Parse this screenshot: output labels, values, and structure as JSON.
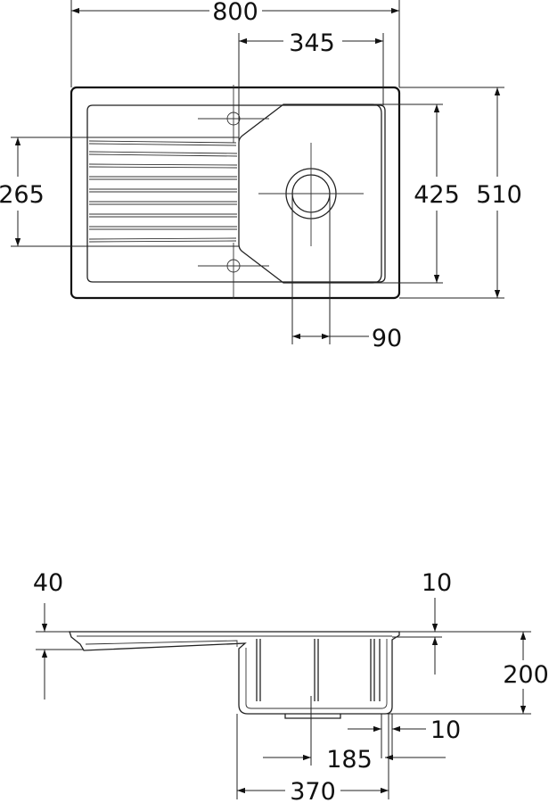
{
  "plan_view": {
    "dimensions": {
      "overall_width": "800",
      "bowl_width": "345",
      "drainer_height": "265",
      "bowl_height": "425",
      "overall_depth": "510",
      "waste_diameter": "90"
    }
  },
  "section_view": {
    "dimensions": {
      "flange_height": "40",
      "rim_thickness": "10",
      "bowl_depth": "200",
      "wall_thickness": "10",
      "waste_offset": "185",
      "bowl_section_width": "370"
    }
  }
}
